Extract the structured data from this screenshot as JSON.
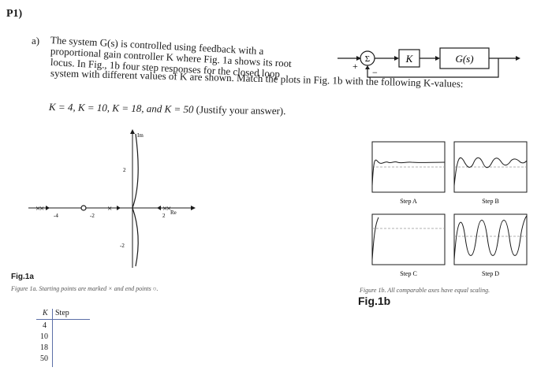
{
  "problem_label": "P1)",
  "part_label": "a)",
  "text_lines": [
    "The system G(s) is controlled using feedback with a",
    "proportional gain controller K where Fig. 1a shows its root",
    "locus. In Fig., 1b four step responses for the closed loop",
    "system with different values of K are shown. Match the plots in Fig. 1b with the following K-values:"
  ],
  "k_values_line": {
    "values": "K = 4,   K = 10,   K = 18,   and   K = 50",
    "suffix": "(Justify your answer)."
  },
  "block_diagram": {
    "sum_symbol": "Σ",
    "plus_sign": "+",
    "minus_sign": "−",
    "controller": "K",
    "plant": "G(s)"
  },
  "root_locus": {
    "axis_im": "Im",
    "axis_re": "Re",
    "x_ticks": [
      "-4",
      "-2",
      "2"
    ],
    "y_ticks": [
      "2",
      "-2"
    ],
    "figure_label": "Fig.1a",
    "caption": "Figure 1a. Starting points are marked × and end points ○."
  },
  "step_responses": {
    "plots": [
      {
        "label": "Step A"
      },
      {
        "label": "Step B"
      },
      {
        "label": "Step C"
      },
      {
        "label": "Step D"
      }
    ],
    "caption": "Figure 1b. All comparable axes have equal scaling.",
    "figure_label": "Fig.1b"
  },
  "answer_table": {
    "headers": [
      "K",
      "Step"
    ],
    "rows": [
      "4",
      "10",
      "18",
      "50"
    ]
  },
  "colors": {
    "ink": "#1a1a1a",
    "dashed": "#999999",
    "table_line": "#5c6fa8"
  }
}
